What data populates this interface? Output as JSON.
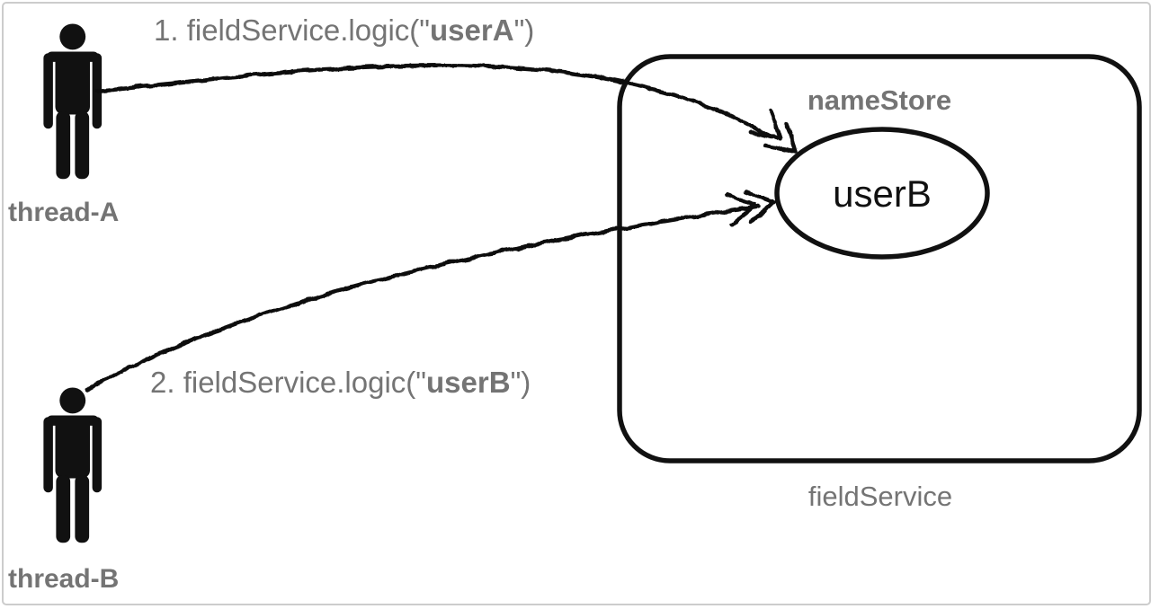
{
  "diagram": {
    "colors": {
      "ink": "#111111",
      "text_gray": "#747474",
      "background": "#ffffff",
      "border": "#cccccc"
    },
    "actors": [
      {
        "label": "thread-A"
      },
      {
        "label": "thread-B"
      }
    ],
    "calls": [
      {
        "prefix": "1. fieldService.logic(\"",
        "arg": "userA",
        "suffix": "\")"
      },
      {
        "prefix": "2. fieldService.logic(\"",
        "arg": "userB",
        "suffix": "\")"
      }
    ],
    "service": {
      "name": "fieldService",
      "store": "nameStore",
      "stored_value": "userB"
    }
  }
}
